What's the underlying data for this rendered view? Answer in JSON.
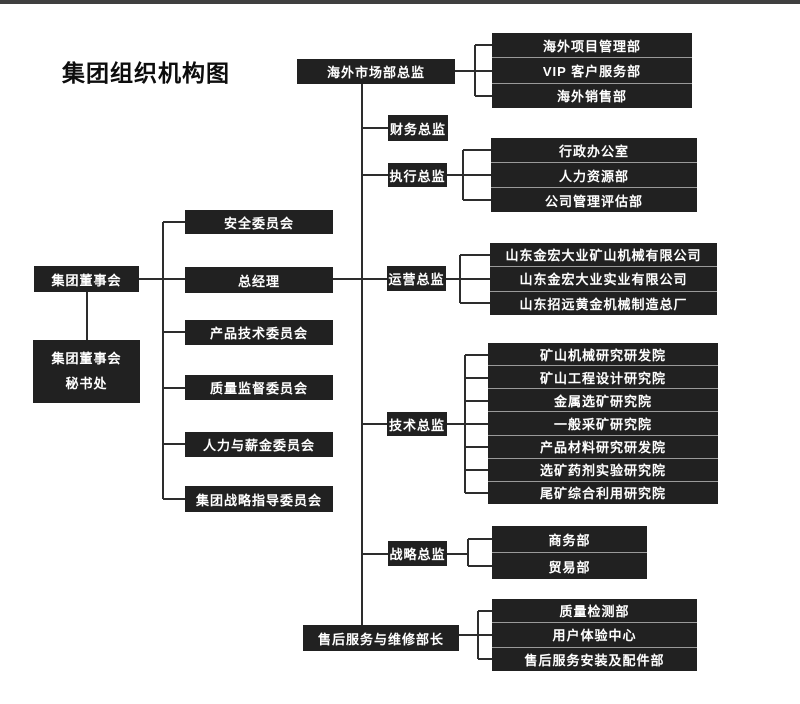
{
  "title": "集团组织机构图",
  "board": {
    "label": "集团董事会"
  },
  "secretariat": {
    "line1": "集团董事会",
    "line2": "秘书处"
  },
  "committees": [
    {
      "label": "安全委员会"
    },
    {
      "label": "总经理"
    },
    {
      "label": "产品技术委员会"
    },
    {
      "label": "质量监督委员会"
    },
    {
      "label": "人力与薪金委员会"
    },
    {
      "label": "集团战略指导委员会"
    }
  ],
  "directors": [
    {
      "label": "海外市场部总监"
    },
    {
      "label": "财务总监"
    },
    {
      "label": "执行总监"
    },
    {
      "label": "运营总监"
    },
    {
      "label": "技术总监"
    },
    {
      "label": "战略总监"
    },
    {
      "label": "售后服务与维修部长"
    }
  ],
  "departments": {
    "overseas": [
      "海外项目管理部",
      "VIP 客户服务部",
      "海外销售部"
    ],
    "executive": [
      "行政办公室",
      "人力资源部",
      "公司管理评估部"
    ],
    "operations": [
      "山东金宏大业矿山机械有限公司",
      "山东金宏大业实业有限公司",
      "山东招远黄金机械制造总厂"
    ],
    "technology": [
      "矿山机械研究研发院",
      "矿山工程设计研究院",
      "金属选矿研究院",
      "一般采矿研究院",
      "产品材料研究研发院",
      "选矿药剂实验研究院",
      "尾矿综合利用研究院"
    ],
    "strategy": [
      "商务部",
      "贸易部"
    ],
    "after_sales": [
      "质量检测部",
      "用户体验中心",
      "售后服务安装及配件部"
    ]
  },
  "colors": {
    "box_bg": "#212121",
    "box_text": "#ffffff",
    "line": "#2d2d2d",
    "top_bar": "#3f3f3f",
    "row_divider": "#9a9a9a"
  }
}
